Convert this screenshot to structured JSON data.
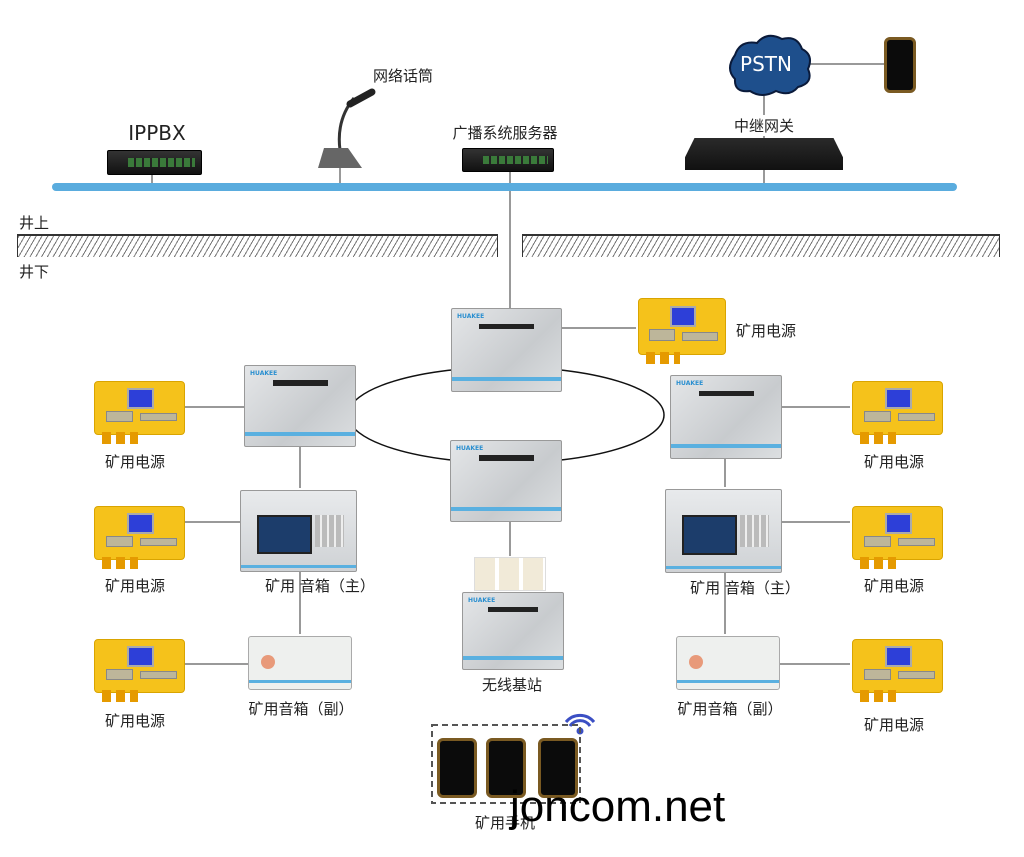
{
  "top": {
    "ippbx": "IPPBX",
    "mic": "网络话筒",
    "server": "广播系统服务器",
    "pstn": "PSTN",
    "gateway": "中继网关"
  },
  "ground": {
    "above": "井上",
    "below": "井下"
  },
  "devices": {
    "power": "矿用电源",
    "speaker_main": "矿用 音箱（主）",
    "speaker_sub": "矿用音箱（副）",
    "base_station": "无线基站",
    "handsets": "矿用手机",
    "brand": "HUAKEE"
  },
  "watermark": "joncom.net",
  "colors": {
    "backbone": "#5aacde",
    "cloud": "#1e4f8c",
    "power": "#f5c21b",
    "wifi": "#3b4fc4"
  }
}
